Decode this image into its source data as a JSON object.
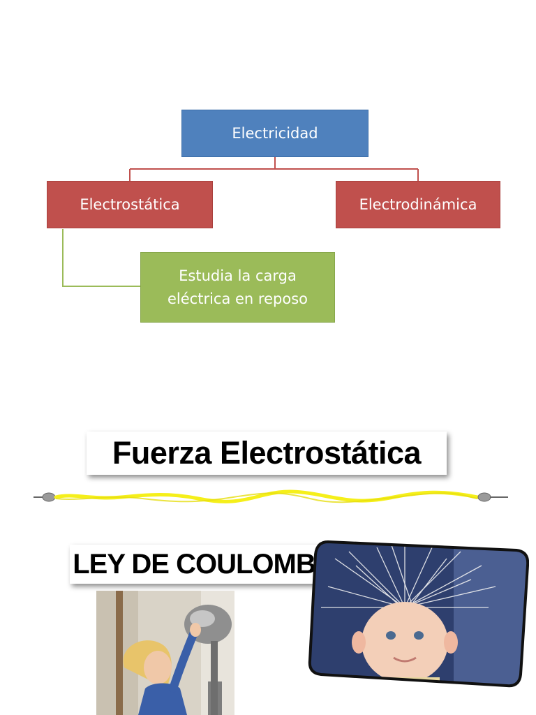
{
  "diagram": {
    "root": "Electricidad",
    "left": "Electrostática",
    "right": "Electrodinámica",
    "detail": "Estudia la carga eléctrica en reposo"
  },
  "headings": {
    "force_title": "Fuerza Electrostática",
    "law_title": "LEY DE COULOMB"
  },
  "images": {
    "divider": "yellow-electric-wire",
    "photo_left": "child-touching-van-de-graaff-generator",
    "photo_right": "baby-with-static-hair"
  },
  "colors": {
    "root_box": "#4f81bd",
    "branch_box": "#c0504d",
    "detail_box": "#9bbb59",
    "wire": "#f5ef1a"
  }
}
